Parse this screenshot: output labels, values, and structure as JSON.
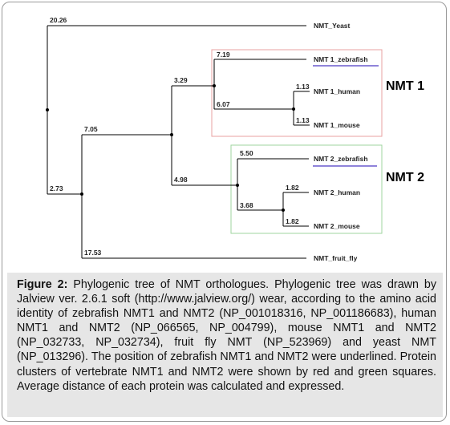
{
  "tree": {
    "branch_lengths": {
      "yeast": "20.26",
      "nmt1_zebrafish": "7.19",
      "nmt1_clade": "3.29",
      "nmt1_human_mouse": "6.07",
      "nmt1_human": "1.13",
      "nmt1_mouse": "1.13",
      "vertebrate_clade": "7.05",
      "nmt2_zebrafish": "5.50",
      "nmt2_clade": "4.98",
      "nmt2_human": "1.82",
      "nmt2_human_mouse": "3.68",
      "nmt2_mouse": "1.82",
      "animal_clade": "2.73",
      "fruit_fly": "17.53"
    },
    "leaves": {
      "yeast": "NMT_Yeast",
      "nmt1_zebrafish": "NMT 1_zebrafish",
      "nmt1_human": "NMT 1_human",
      "nmt1_mouse": "NMT 1_mouse",
      "nmt2_zebrafish": "NMT 2_zebrafish",
      "nmt2_human": "NMT 2_human",
      "nmt2_mouse": "NMT 2_mouse",
      "fruit_fly": "NMT_fruit_fly"
    },
    "clusters": {
      "nmt1": {
        "label": "NMT 1",
        "color": "#e8a0a0"
      },
      "nmt2": {
        "label": "NMT 2",
        "color": "#9fd49f"
      }
    },
    "underline_color": "#6a5acd"
  },
  "caption": {
    "figure_label": "Figure 2:",
    "text": " Phylogenic tree of NMT orthologues. Phylogenic tree was drawn by Jalview ver. 2.6.1 soft (http://www.jalview.org/) wear, according to the amino acid identity of zebrafish NMT1 and NMT2 (NP_001018316, NP_001186683), human NMT1 and NMT2 (NP_066565, NP_004799), mouse NMT1 and NMT2 (NP_032733, NP_032734), fruit fly NMT (NP_523969) and yeast NMT (NP_013296). The position of zebrafish NMT1 and NMT2 were underlined. Protein clusters of vertebrate NMT1 and NMT2 were shown by red and green squares. Average distance of each protein was calculated and expressed."
  }
}
